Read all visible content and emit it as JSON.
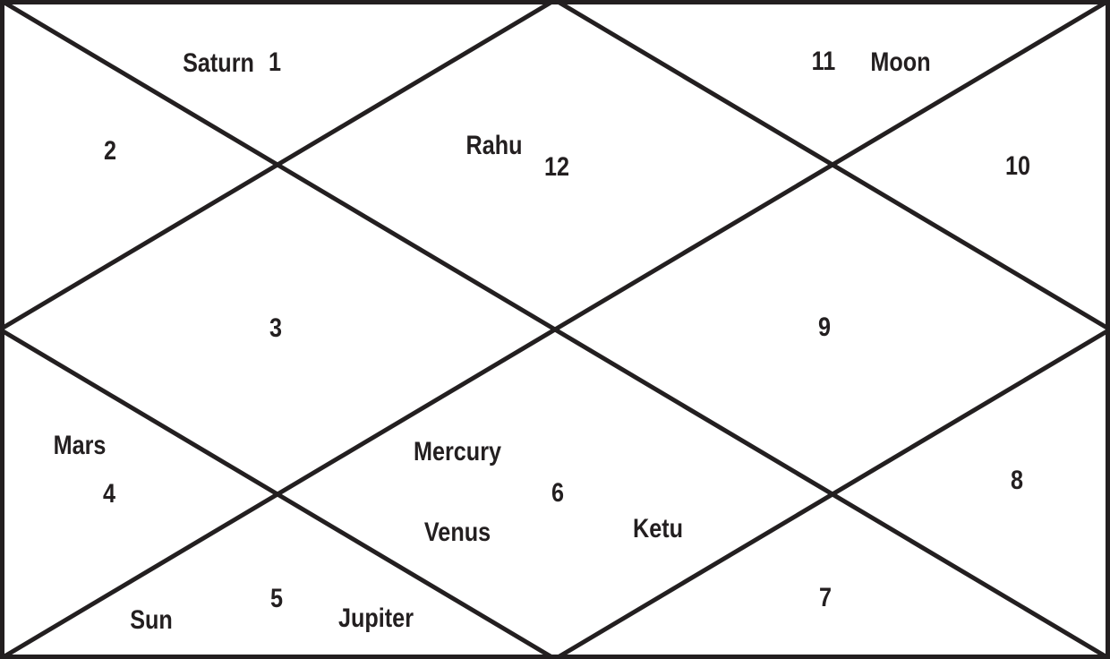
{
  "chart": {
    "type": "north-indian-kundali-diamond-chart",
    "line_color": "#231f20",
    "text_color": "#231f20",
    "background_color": "#ffffff",
    "houses": [
      {
        "number": "1",
        "planets": [
          "Saturn"
        ]
      },
      {
        "number": "2",
        "planets": []
      },
      {
        "number": "3",
        "planets": []
      },
      {
        "number": "4",
        "planets": [
          "Mars"
        ]
      },
      {
        "number": "5",
        "planets": [
          "Sun",
          "Jupiter"
        ]
      },
      {
        "number": "6",
        "planets": [
          "Mercury",
          "Venus",
          "Ketu"
        ]
      },
      {
        "number": "7",
        "planets": []
      },
      {
        "number": "8",
        "planets": []
      },
      {
        "number": "9",
        "planets": []
      },
      {
        "number": "10",
        "planets": []
      },
      {
        "number": "11",
        "planets": [
          "Moon"
        ]
      },
      {
        "number": "12",
        "planets": [
          "Rahu"
        ]
      }
    ]
  }
}
